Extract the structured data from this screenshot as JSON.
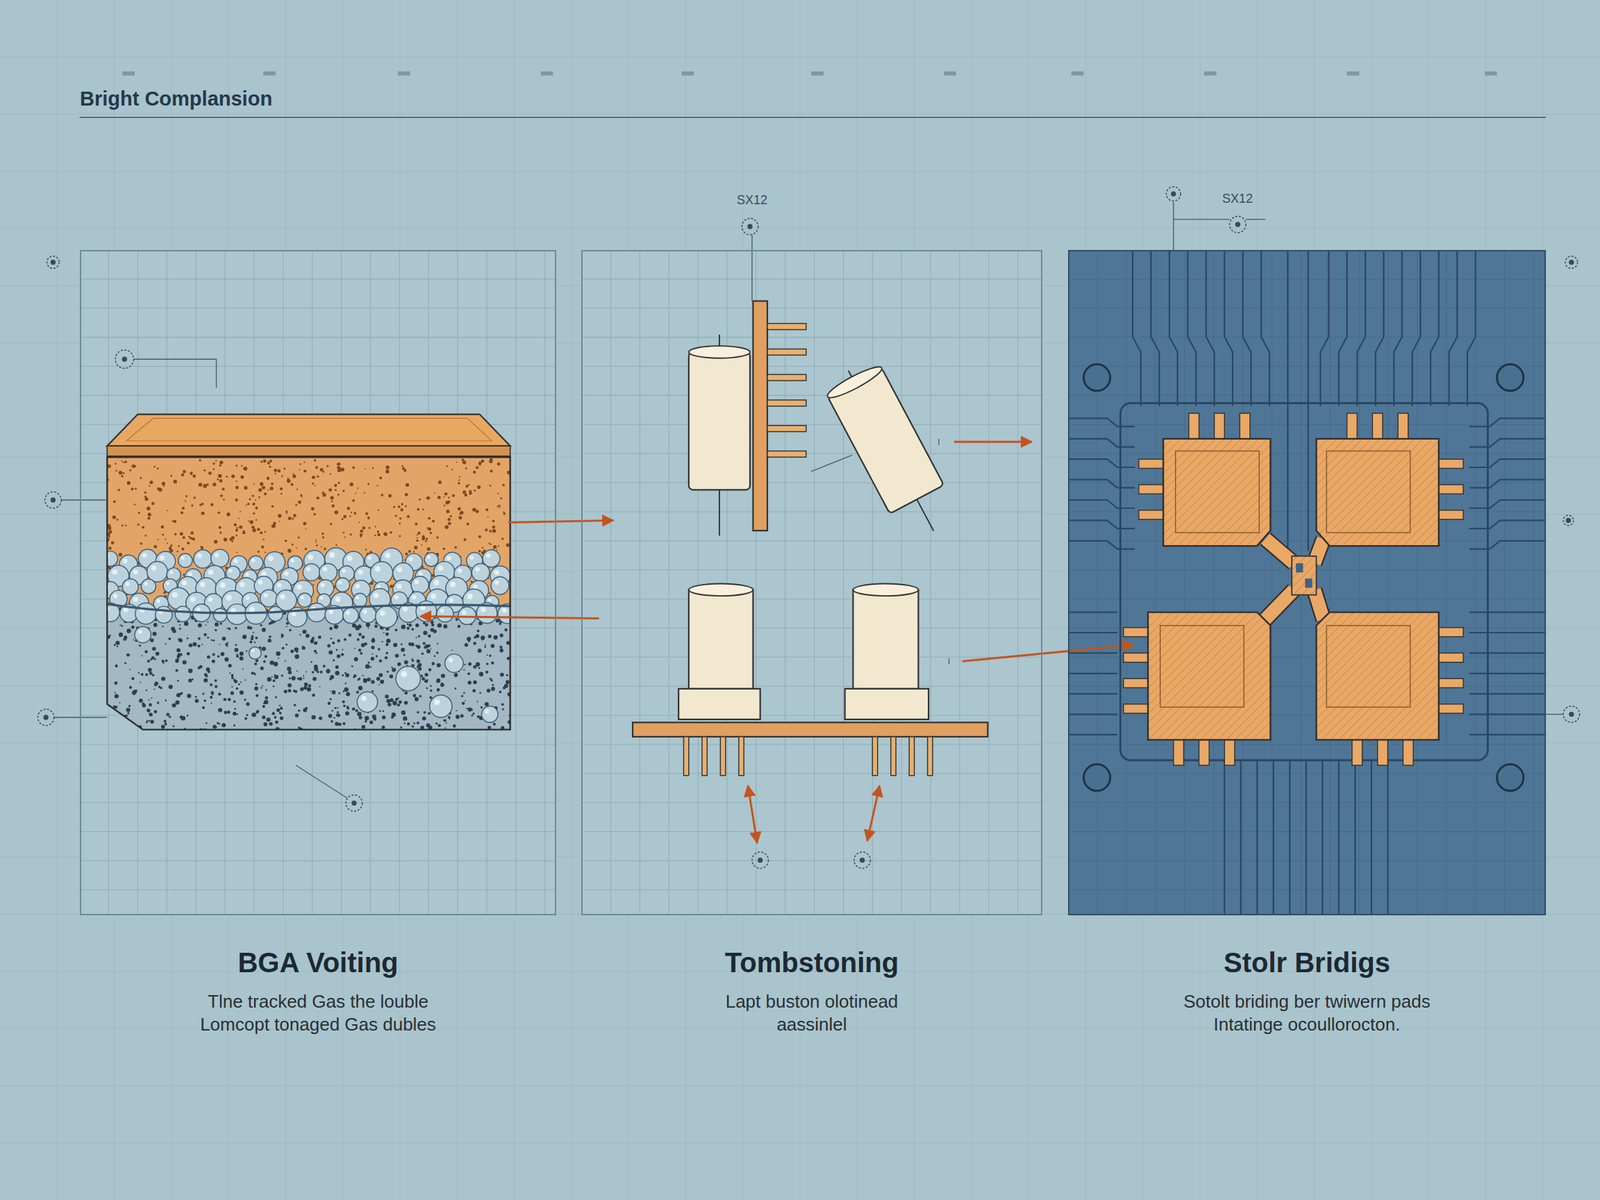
{
  "diagram": {
    "title": "Bright Complansion",
    "nodes": [
      {
        "text": [
          "BGA Voiting",
          "Tlne tracked Gas the louble Lomcopt tonaged Gas dubles"
        ]
      },
      {
        "text": [
          "Tombstoning",
          "Lapt buston olotinead aassinlel"
        ]
      },
      {
        "text": [
          "Stolr Bridigs",
          "Sotolt briding ber twiwern pads Intatinge ocoullorocton."
        ]
      }
    ],
    "labels": [
      "SX12",
      "SX12"
    ]
  }
}
